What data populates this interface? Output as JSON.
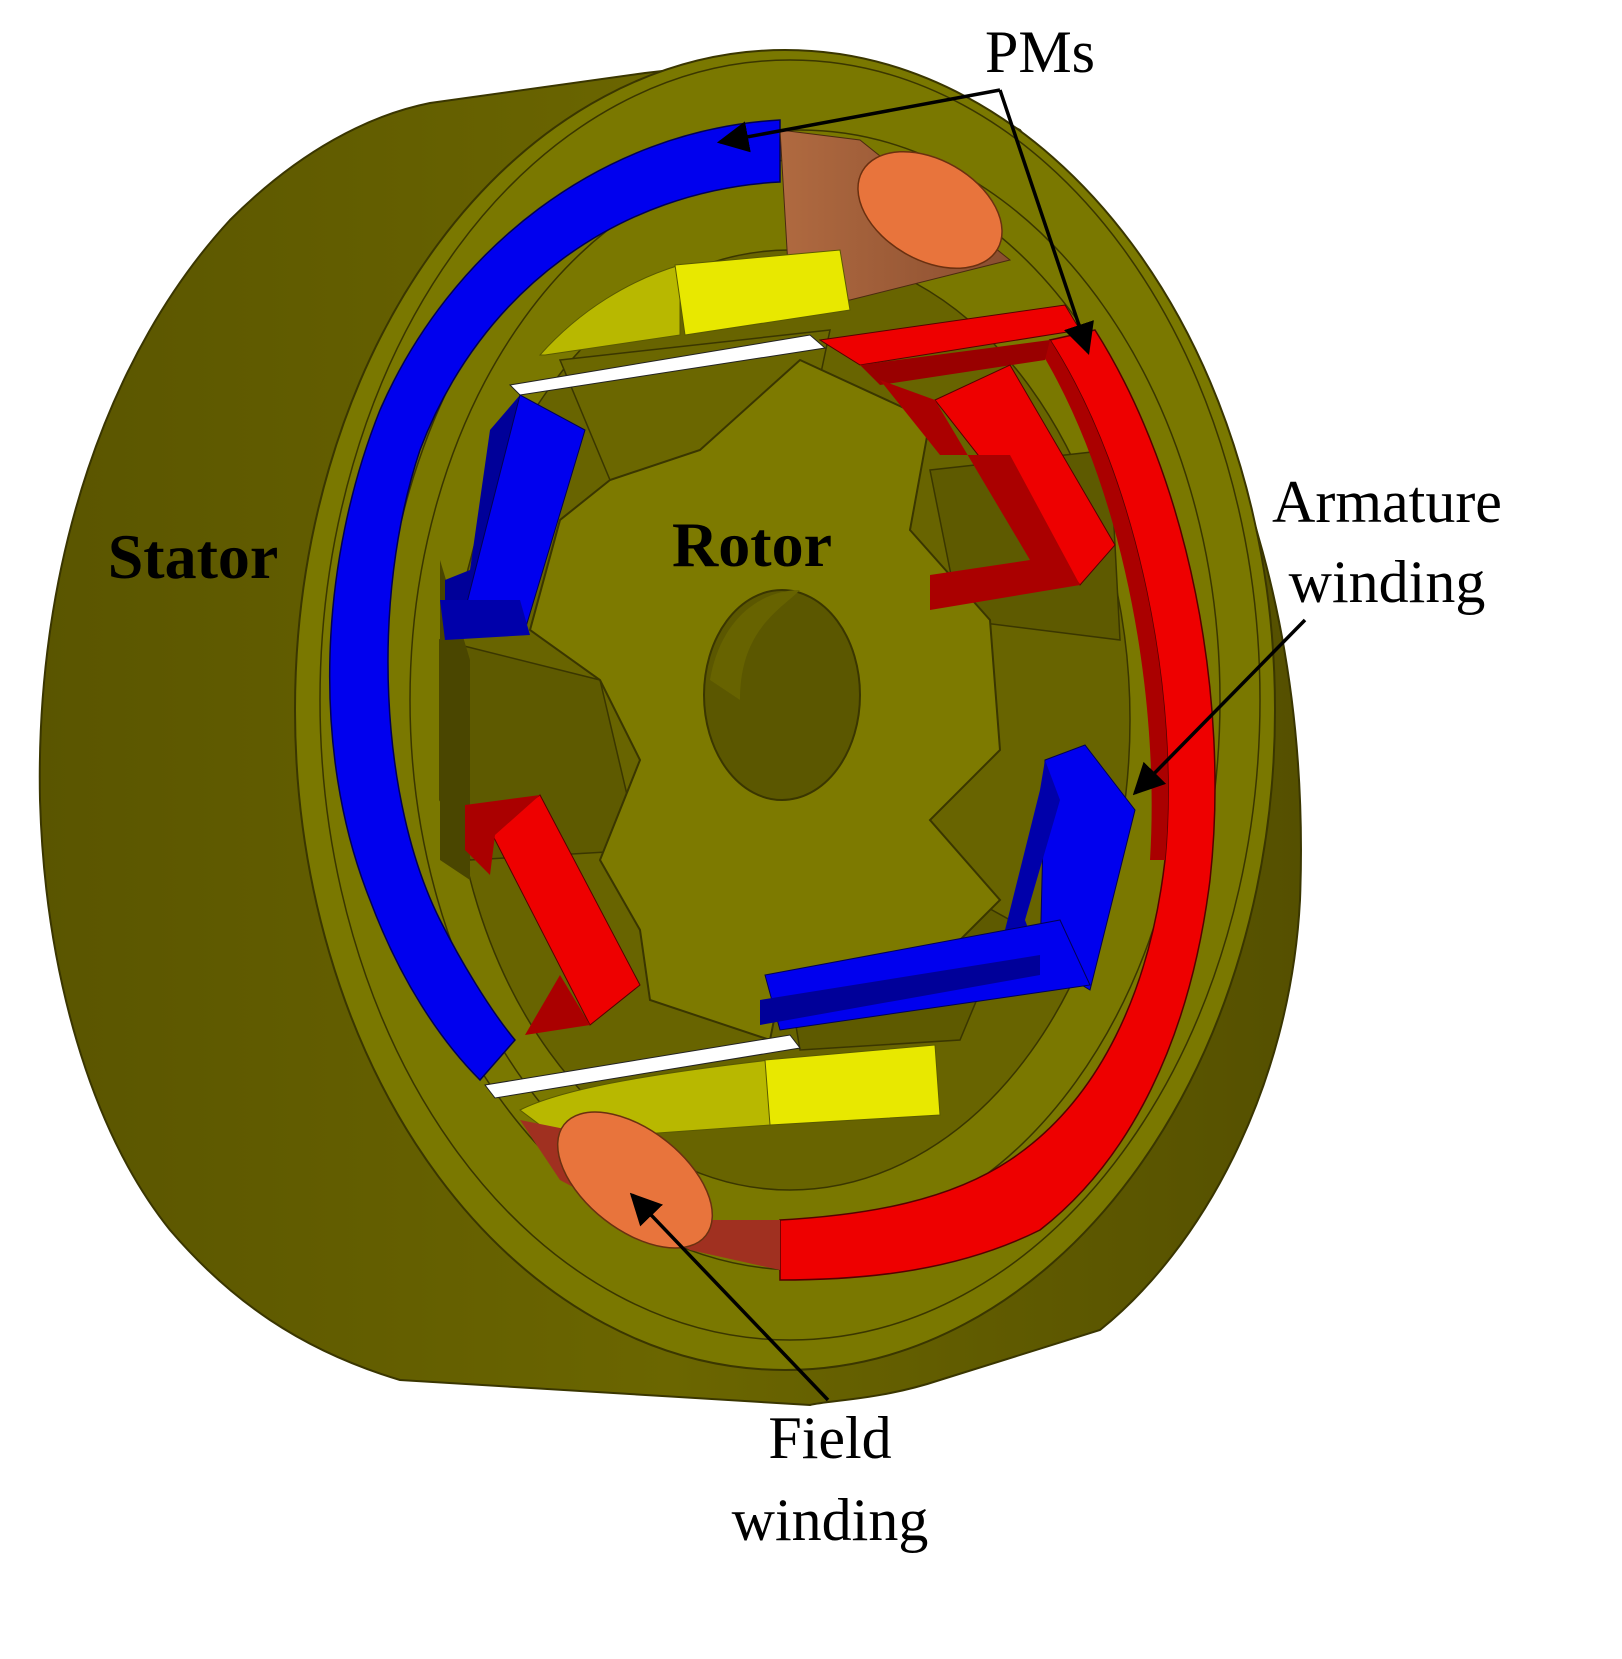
{
  "labels": {
    "pms": "PMs",
    "stator": "Stator",
    "rotor": "Rotor",
    "armature_line1": "Armature",
    "armature_line2": "winding",
    "field_line1": "Field",
    "field_line2": "winding"
  },
  "colors": {
    "iron": "#7a7800",
    "iron_dark": "#575200",
    "iron_shadow": "#4a4600",
    "blue_pm_winding": "#0000ee",
    "blue_dark": "#000099",
    "red_pm_winding": "#ee0000",
    "red_dark": "#990000",
    "field_yellow": "#e8e800",
    "field_yellow_dark": "#b8b800",
    "field_end_copper": "#e8743c",
    "field_side_copper": "#9a5a3a",
    "airgap": "#ffffff"
  }
}
